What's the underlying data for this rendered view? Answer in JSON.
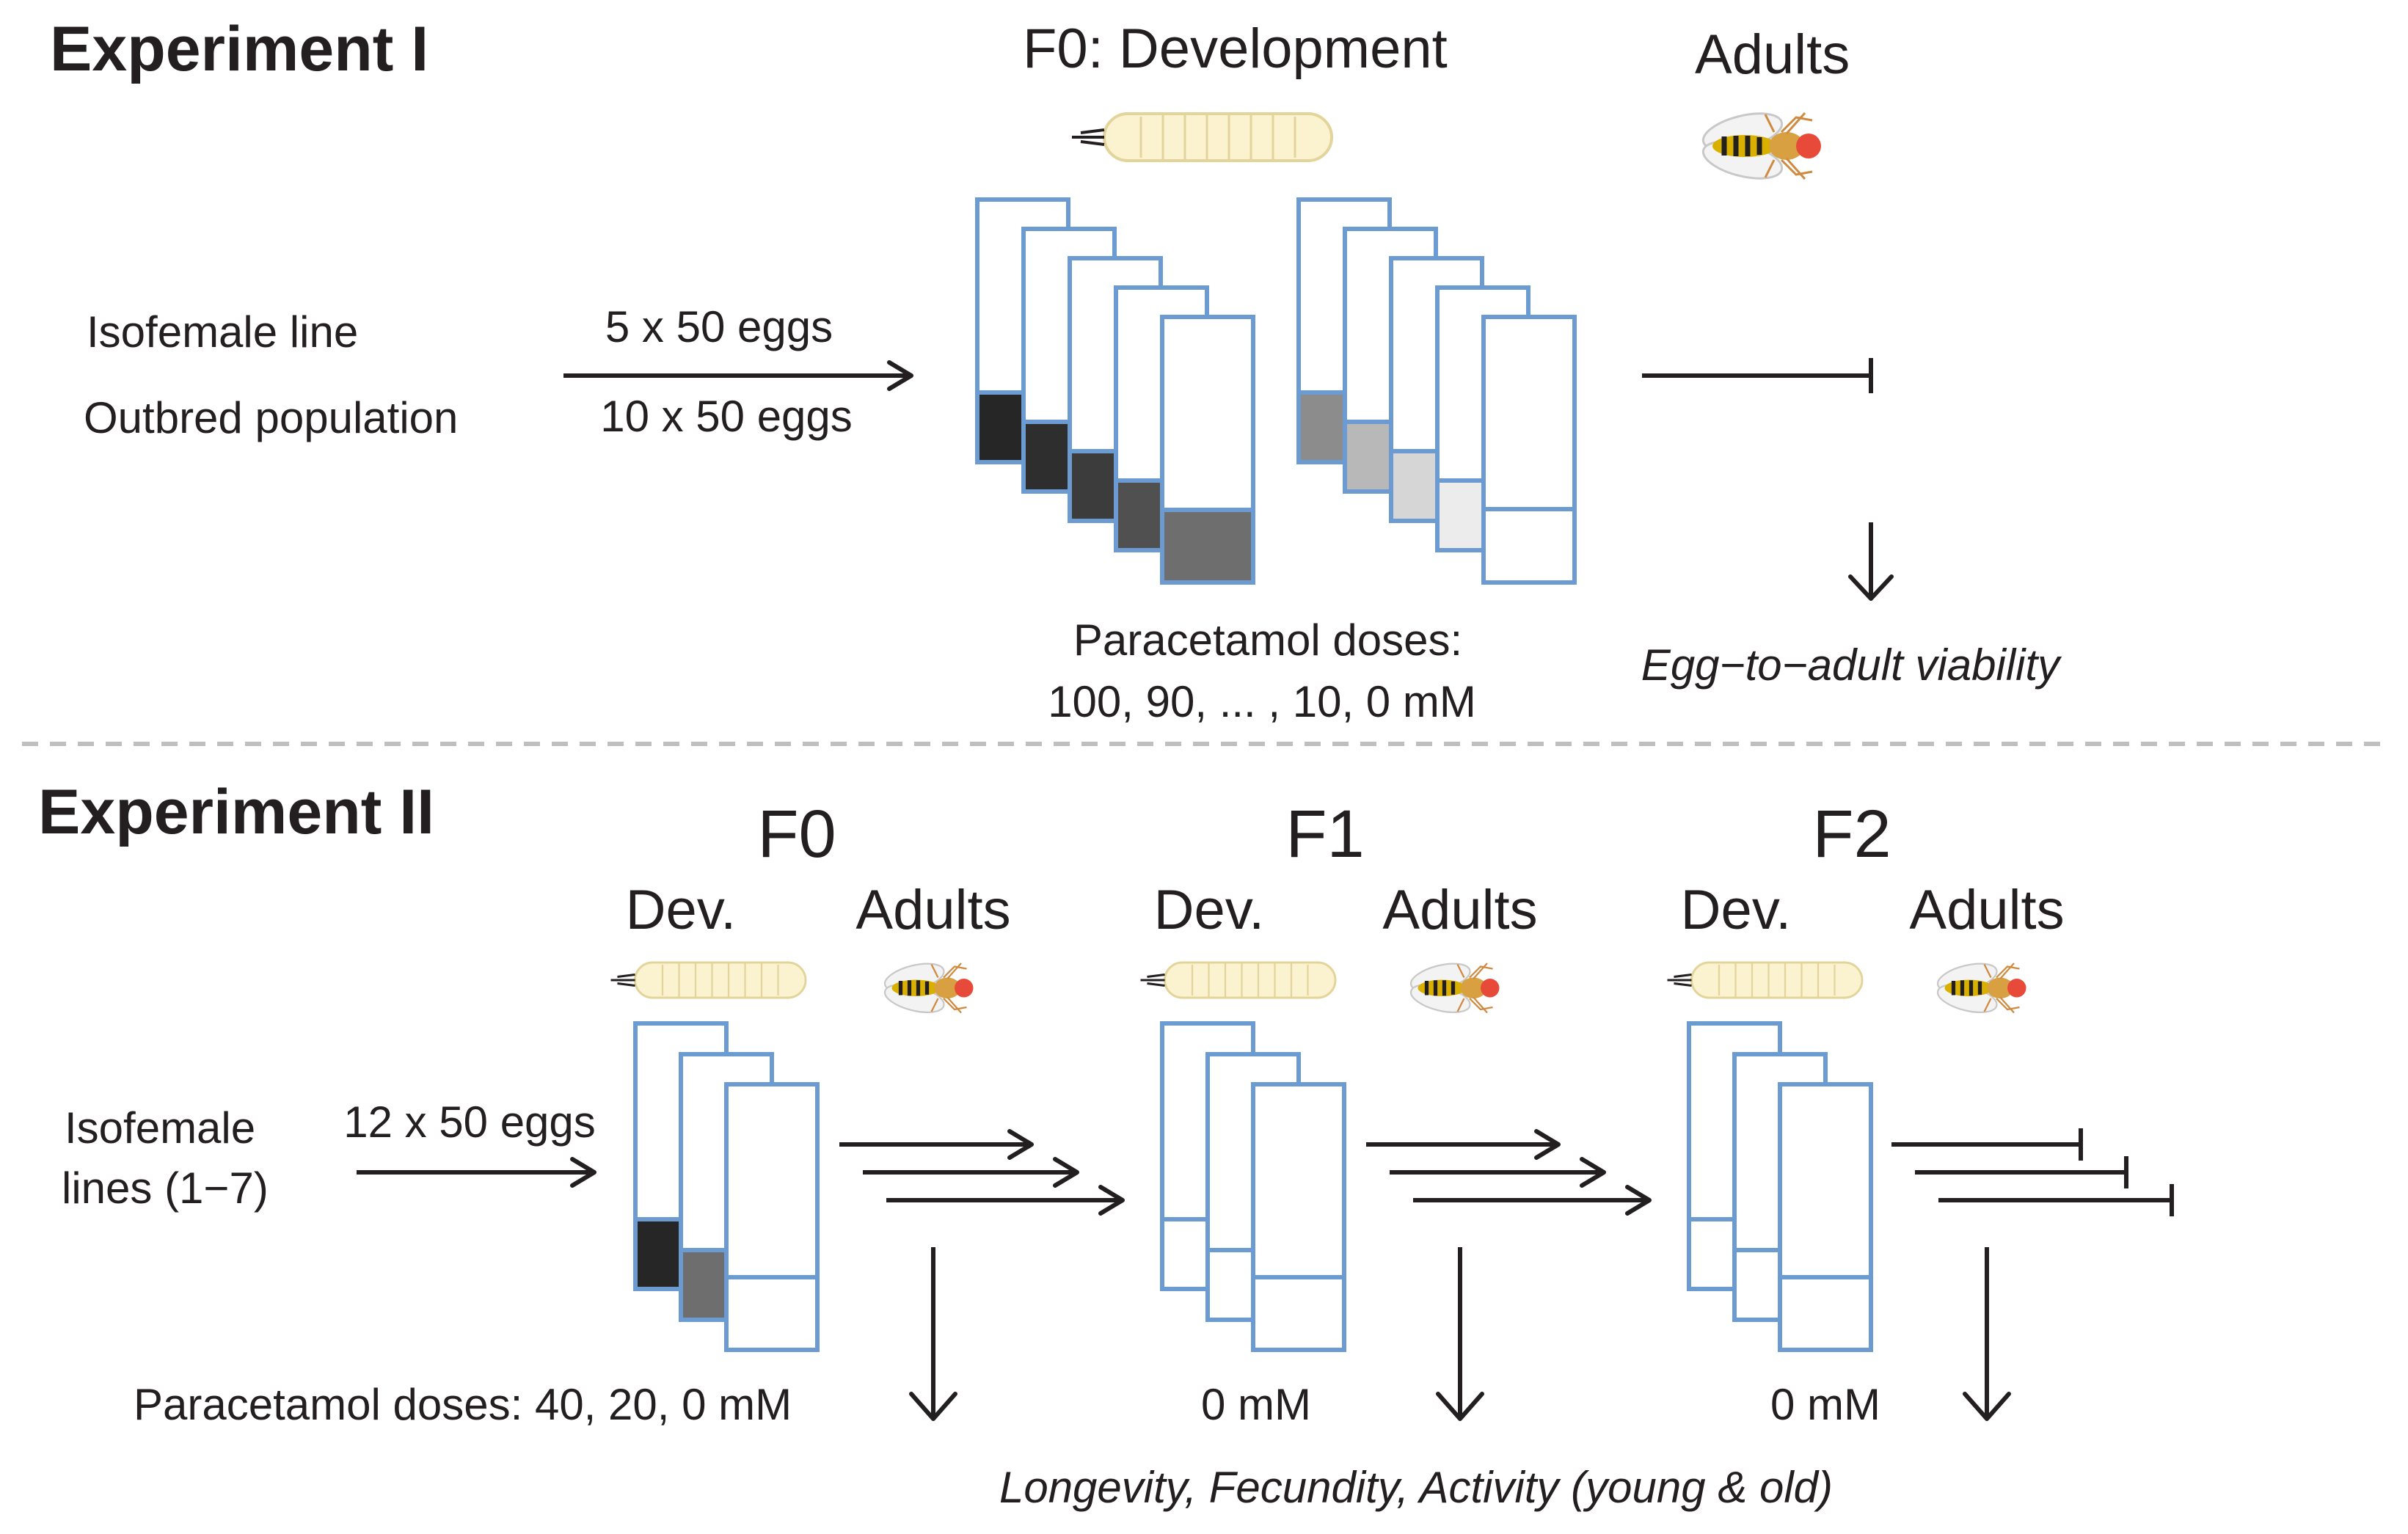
{
  "experiment1": {
    "title": "Experiment I",
    "stage_label": "F0: Development",
    "adults_label": "Adults",
    "source_isofemale": "Isofemale line",
    "source_outbred": "Outbred population",
    "eggs_isofemale": "5 x 50 eggs",
    "eggs_outbred": "10 x 50 eggs",
    "doses_label": "Paracetamol doses:",
    "doses_values": "100, 90, ... , 10, 0 mM",
    "outcome": "Egg−to−adult viability",
    "vial_fill_colors_high": [
      "#262626",
      "#2e2e2e",
      "#3c3c3c",
      "#505050",
      "#6e6e6e"
    ],
    "vial_fill_colors_low": [
      "#8c8c8c",
      "#b8b8b8",
      "#d6d6d6",
      "#ececec",
      "#ffffff"
    ]
  },
  "experiment2": {
    "title": "Experiment II",
    "source_line1": "Isofemale",
    "source_line2": "lines (1−7)",
    "eggs": "12 x 50 eggs",
    "generations": [
      {
        "name": "F0",
        "dev": "Dev.",
        "adults": "Adults",
        "doses": "Paracetamol doses: 40, 20, 0 mM"
      },
      {
        "name": "F1",
        "dev": "Dev.",
        "adults": "Adults",
        "doses": "0 mM"
      },
      {
        "name": "F2",
        "dev": "Dev.",
        "adults": "Adults",
        "doses": "0 mM"
      }
    ],
    "outcome": "Longevity, Fecundity, Activity (young & old)",
    "f0_vial_fill_colors": [
      "#262626",
      "#6e6e6e",
      "#ffffff"
    ]
  },
  "icons": {
    "larva": "larva-icon",
    "fly": "fly-icon"
  },
  "colors": {
    "vial_outline": "#6c9bd2",
    "divider": "#bfbfbf",
    "larva_body": "#fbf3d0",
    "fly_eye": "#e84a3a"
  }
}
